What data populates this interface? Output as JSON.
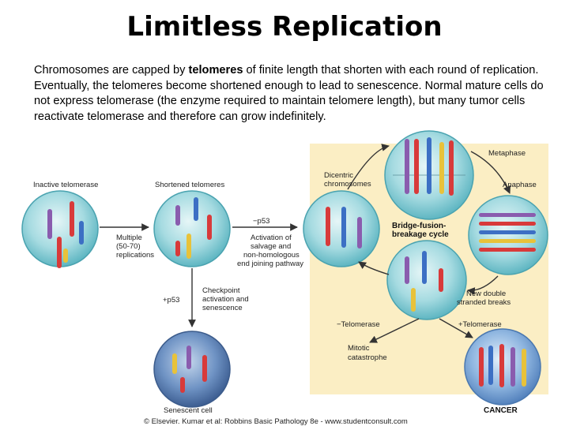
{
  "slide": {
    "title": "Limitless Replication",
    "intro_parts": [
      "Chromosomes are capped by ",
      "telomeres",
      " of finite length that shorten with each round of replication.  Eventually, the telomeres become shortened enough to lead to senescence. Normal mature cells do not express telomerase (the enzyme required to maintain telomere length), but many tumor cells reactivate telomerase and therefore can grow indefinitely."
    ]
  },
  "diagram": {
    "labels": {
      "inactive_telomerase": "Inactive telomerase",
      "shortened_telomeres": "Shortened telomeres",
      "multiple_replications": [
        "Multiple",
        "(50-70)",
        "replications"
      ],
      "minus_p53": "−p53",
      "activation": [
        "Activation of",
        "salvage and",
        "non-homologous",
        "end joining pathway"
      ],
      "plus_p53": "+p53",
      "checkpoint": [
        "Checkpoint",
        "activation and",
        "senescence"
      ],
      "senescent_cell": "Senescent cell",
      "dicentric": [
        "Dicentric",
        "chromosomes"
      ],
      "metaphase": "Metaphase",
      "anaphase": "Anaphase",
      "bfb_cycle": [
        "Bridge-fusion-",
        "breakage cycle"
      ],
      "new_double": [
        "New double",
        "stranded breaks"
      ],
      "minus_telomerase": "−Telomerase",
      "plus_telomerase": "+Telomerase",
      "mitotic": [
        "Mitotic",
        "catastrophe"
      ],
      "cancer": "CANCER"
    },
    "credit": "© Elsevier. Kumar et al: Robbins Basic Pathology 8e - www.studentconsult.com",
    "colors": {
      "cell_fill": "#8fd0d8",
      "cell_light": "#d8f0f2",
      "senescent_fill": "#5f86b8",
      "cancer_fill": "#7aa7d6",
      "panel_bg": "#fbeec4",
      "chrom_red": "#d83a3a",
      "chrom_blue": "#3c6fc4",
      "chrom_purple": "#8a5cae",
      "chrom_yellow": "#e8c23a",
      "chrom_orange": "#e08a2c"
    }
  }
}
